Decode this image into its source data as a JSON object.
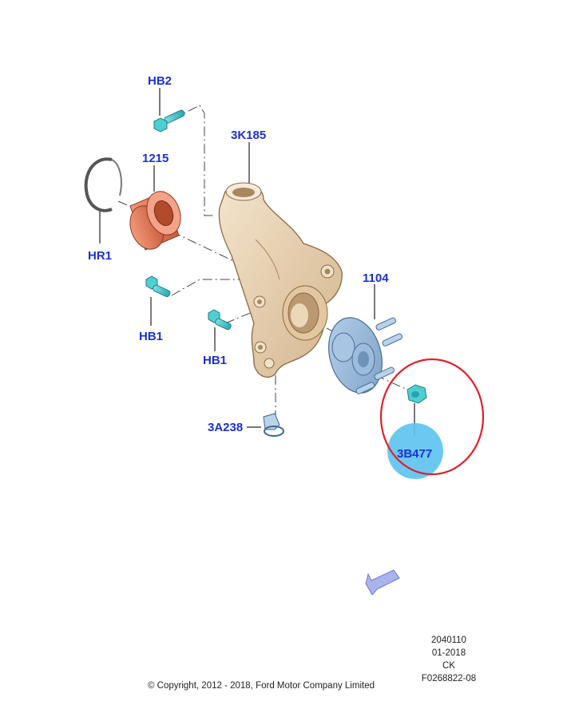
{
  "labels": {
    "hb2": "HB2",
    "k185": "3K185",
    "p1215": "1215",
    "hr1": "HR1",
    "hb1_left": "HB1",
    "hb1_right": "HB1",
    "p1104": "1104",
    "a238": "3A238",
    "b477": "3B477"
  },
  "info_block": {
    "line1": "2040110",
    "line2": "01-2018",
    "line3": "CK",
    "line4": "F0268822-08"
  },
  "copyright": "© Copyright, 2012 - 2018, Ford Motor Company Limited",
  "colors": {
    "label": "#1c2fd6",
    "highlight_circle": "#e0202a",
    "highlight_fill": "#5bc3f0",
    "knuckle": "#e8d2b2",
    "bearing": "#e07a5a",
    "hub": "#8fb3d6",
    "bolt": "#3fc7c7",
    "arrow": "#a9b4ee"
  }
}
